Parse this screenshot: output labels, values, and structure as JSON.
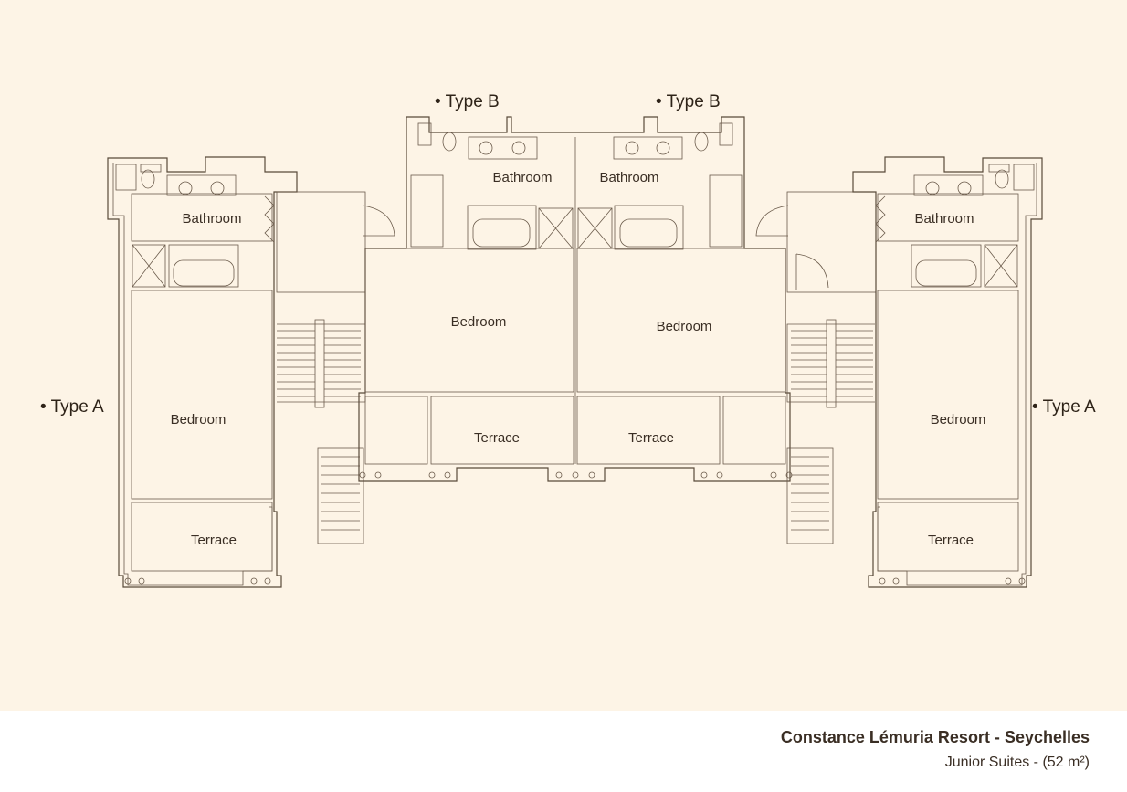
{
  "plan": {
    "type_labels": {
      "left_a": "• Type A",
      "right_a": "• Type A",
      "left_b": "• Type B",
      "right_b": "• Type B"
    },
    "rooms": {
      "bathroom": "Bathroom",
      "bedroom": "Bedroom",
      "terrace": "Terrace"
    },
    "colors": {
      "background": "#fdf4e6",
      "line": "#5a4a3a",
      "text": "#3a2e24"
    }
  },
  "footer": {
    "title": "Constance Lémuria Resort - Seychelles",
    "subtitle": "Junior Suites - (52 m²)"
  }
}
